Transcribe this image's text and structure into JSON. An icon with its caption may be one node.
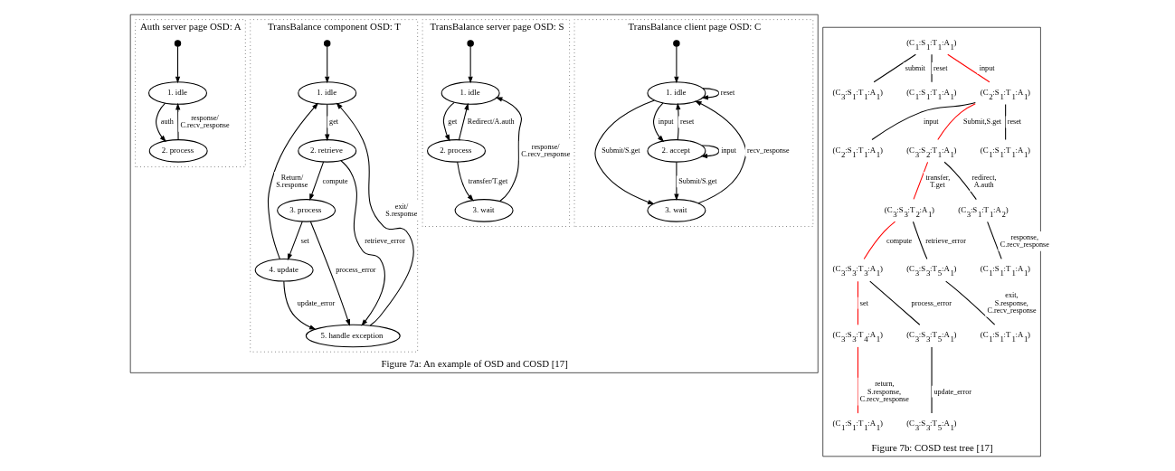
{
  "diagram": {
    "nodes": [
      {
        "text": [
          "Figure 7a: An example of OSD and COSD [17]"
        ]
      },
      {
        "text": [
          "TransBalance client page OSD: C"
        ],
        "in": 0
      },
      {
        "text": [],
        "shape": "circle",
        "in": 1
      },
      {
        "text": [
          "1. idle"
        ],
        "in": 1
      },
      {
        "text": [
          "2. accept"
        ],
        "in": 1
      },
      {
        "text": [
          "3. wait"
        ],
        "in": 1
      },
      {
        "text": [
          "TransBalance server page OSD: S"
        ],
        "in": 0
      },
      {
        "text": [],
        "shape": "circle",
        "in": 6
      },
      {
        "text": [
          "1. idle"
        ],
        "in": 6
      },
      {
        "text": [
          "2. process"
        ],
        "in": 6
      },
      {
        "text": [
          "3. wait"
        ],
        "in": 6
      },
      {
        "text": [
          "TransBalance component OSD: T"
        ],
        "in": 0
      },
      {
        "text": [],
        "shape": "circle",
        "in": 11
      },
      {
        "text": [
          "1. idle"
        ],
        "in": 11
      },
      {
        "text": [
          "2. retrieve"
        ],
        "in": 11
      },
      {
        "text": [
          "3. process"
        ],
        "in": 11
      },
      {
        "text": [
          "4. update"
        ],
        "in": 11
      },
      {
        "text": [
          "5. handle exception"
        ],
        "in": 11
      },
      {
        "text": [
          "Auth server page OSD: A"
        ],
        "in": 0
      },
      {
        "text": [],
        "shape": "circle",
        "in": 18
      },
      {
        "text": [
          "1. idle"
        ],
        "in": 18
      },
      {
        "text": [
          "2. process"
        ],
        "in": 18
      },
      {
        "text": [
          "Figure 7b: COSD test tree [17]"
        ]
      },
      {
        "text": [
          "(C$_{1}$:S$_{1}$:T$_{1}$:A$_{1}$)"
        ],
        "in": 22
      },
      {
        "text": [
          "(C$_{3}$:S$_{1}$:T$_{1}$:A$_{1}$)"
        ],
        "in": 22
      },
      {
        "text": [
          "(C$_{1}$:S$_{1}$:T$_{1}$:A$_{1}$)"
        ],
        "in": 22
      },
      {
        "text": [
          "(C$_{2}$:S$_{1}$:T$_{1}$:A$_{1}$)"
        ],
        "in": 22
      },
      {
        "text": [
          "(C$_{2}$:S$_{1}$:T$_{1}$:A$_{1}$)"
        ],
        "in": 22
      },
      {
        "text": [
          "(C$_{3}$:S$_{2}$:T$_{1}$:A$_{1}$)"
        ],
        "in": 22
      },
      {
        "text": [
          "(C$_{1}$:S$_{1}$:T$_{1}$:A$_{1}$)"
        ],
        "in": 22
      },
      {
        "text": [
          "(C$_{3}$:S$_{3}$:T$_{2}$:A$_{1}$)"
        ],
        "in": 22
      },
      {
        "text": [
          "(C$_{3}$:S$_{1}$:T$_{1}$:A$_{2}$)"
        ],
        "in": 22
      },
      {
        "text": [
          "(C$_{3}$:S$_{3}$:T$_{3}$:A$_{1}$)"
        ],
        "in": 22
      },
      {
        "text": [
          "(C$_{3}$:S$_{3}$:T$_{5}$:A$_{1}$)"
        ],
        "in": 22
      },
      {
        "text": [
          "(C$_{1}$:S$_{1}$:T$_{1}$:A$_{1}$)"
        ],
        "in": 22
      },
      {
        "text": [
          "(C$_{3}$:S$_{3}$:T$_{4}$:A$_{1}$)"
        ],
        "in": 22
      },
      {
        "text": [
          "(C$_{3}$:S$_{3}$:T$_{5}$:A$_{1}$)"
        ],
        "in": 22
      },
      {
        "text": [
          "(C$_{1}$:S$_{1}$:T$_{1}$:A$_{1}$)"
        ],
        "in": 22
      },
      {
        "text": [
          "(C$_{1}$:S$_{1}$:T$_{1}$:A$_{1}$)"
        ],
        "in": 22
      },
      {
        "text": [
          "(C$_{3}$:S$_{3}$:T$_{5}$:A$_{1}$)"
        ],
        "in": 22
      }
    ],
    "edges": [
      {
        "from": 2,
        "to": 3,
        "arrow": "to"
      },
      {
        "from": 3,
        "to": 3,
        "label": "reset",
        "arrow": "to"
      },
      {
        "from": 4,
        "to": 4,
        "label": "input",
        "arrow": "to"
      },
      {
        "from": 4,
        "to": 3,
        "label": "reset",
        "arrow": "to"
      },
      {
        "from": 3,
        "to": 4,
        "label": "input",
        "arrow": "to"
      },
      {
        "from": 3,
        "to": 5,
        "label": "Submit/S.get",
        "arrow": "to"
      },
      {
        "from": 4,
        "to": 5,
        "label": "Submit/S.get",
        "arrow": "to"
      },
      {
        "from": 5,
        "to": 3,
        "label": "recv_response",
        "arrow": "to"
      },
      {
        "from": 7,
        "to": 8,
        "arrow": "to"
      },
      {
        "from": 9,
        "to": 8,
        "label": "Redirect/A.auth",
        "arrow": "to"
      },
      {
        "from": 8,
        "to": 9,
        "label": "get",
        "arrow": "to"
      },
      {
        "from": 9,
        "to": 10,
        "label": "transfer/T.get",
        "arrow": "to"
      },
      {
        "from": 10,
        "to": 8,
        "label": "response/ C.recv_response",
        "arrow": "to"
      },
      {
        "from": 12,
        "to": 13,
        "arrow": "to"
      },
      {
        "from": 13,
        "to": 14,
        "label": "get",
        "arrow": "to"
      },
      {
        "from": 14,
        "to": 15,
        "label": "compute",
        "arrow": "to"
      },
      {
        "from": 15,
        "to": 16,
        "label": "set",
        "arrow": "to"
      },
      {
        "from": 16,
        "to": 13,
        "label": "Return/ S.response",
        "arrow": "to"
      },
      {
        "from": 16,
        "to": 17,
        "label": "update_error",
        "arrow": "to"
      },
      {
        "from": 15,
        "to": 17,
        "label": "process_error",
        "arrow": "to"
      },
      {
        "from": 14,
        "to": 17,
        "label": "retrieve_error",
        "arrow": "to"
      },
      {
        "from": 17,
        "to": 13,
        "label": "exit/ S.response",
        "arrow": "to"
      },
      {
        "from": 19,
        "to": 20,
        "arrow": "to"
      },
      {
        "from": 21,
        "to": 20,
        "label": "response/ C.recv_response",
        "arrow": "to"
      },
      {
        "from": 20,
        "to": 21,
        "label": "auth",
        "arrow": "to"
      },
      {
        "from": 23,
        "to": 24,
        "label": "submit",
        "arrow": "none"
      },
      {
        "from": 23,
        "to": 26,
        "label": "input",
        "arrow": "none",
        "color": "#ff0000"
      },
      {
        "from": 23,
        "to": 25,
        "label": "reset",
        "arrow": "none"
      },
      {
        "from": 26,
        "to": 27,
        "label": "input",
        "arrow": "none"
      },
      {
        "from": 26,
        "to": 28,
        "label": "Submit,S.get",
        "arrow": "none",
        "color": "#ff0000"
      },
      {
        "from": 26,
        "to": 29,
        "label": "reset",
        "arrow": "none"
      },
      {
        "from": 28,
        "to": 30,
        "label": "transfer, T.get",
        "arrow": "none",
        "color": "#ff0000"
      },
      {
        "from": 28,
        "to": 31,
        "label": "redirect, A.auth",
        "arrow": "none"
      },
      {
        "from": 30,
        "to": 32,
        "label": "compute",
        "arrow": "none",
        "color": "#ff0000"
      },
      {
        "from": 30,
        "to": 33,
        "label": "retrieve_error",
        "arrow": "none"
      },
      {
        "from": 31,
        "to": 34,
        "label": "response, C.recv_response",
        "arrow": "none"
      },
      {
        "from": 32,
        "to": 35,
        "label": "set",
        "arrow": "none",
        "color": "#ff0000"
      },
      {
        "from": 32,
        "to": 36,
        "label": "process_error",
        "arrow": "none"
      },
      {
        "from": 33,
        "to": 37,
        "label": "exit, S.response, C.recv_response",
        "arrow": "none"
      },
      {
        "from": 35,
        "to": 38,
        "label": "return, S.response, C.recv_response",
        "arrow": "none",
        "color": "#ff0000"
      },
      {
        "from": 36,
        "to": 39,
        "label": "update_error",
        "arrow": "none"
      }
    ]
  }
}
